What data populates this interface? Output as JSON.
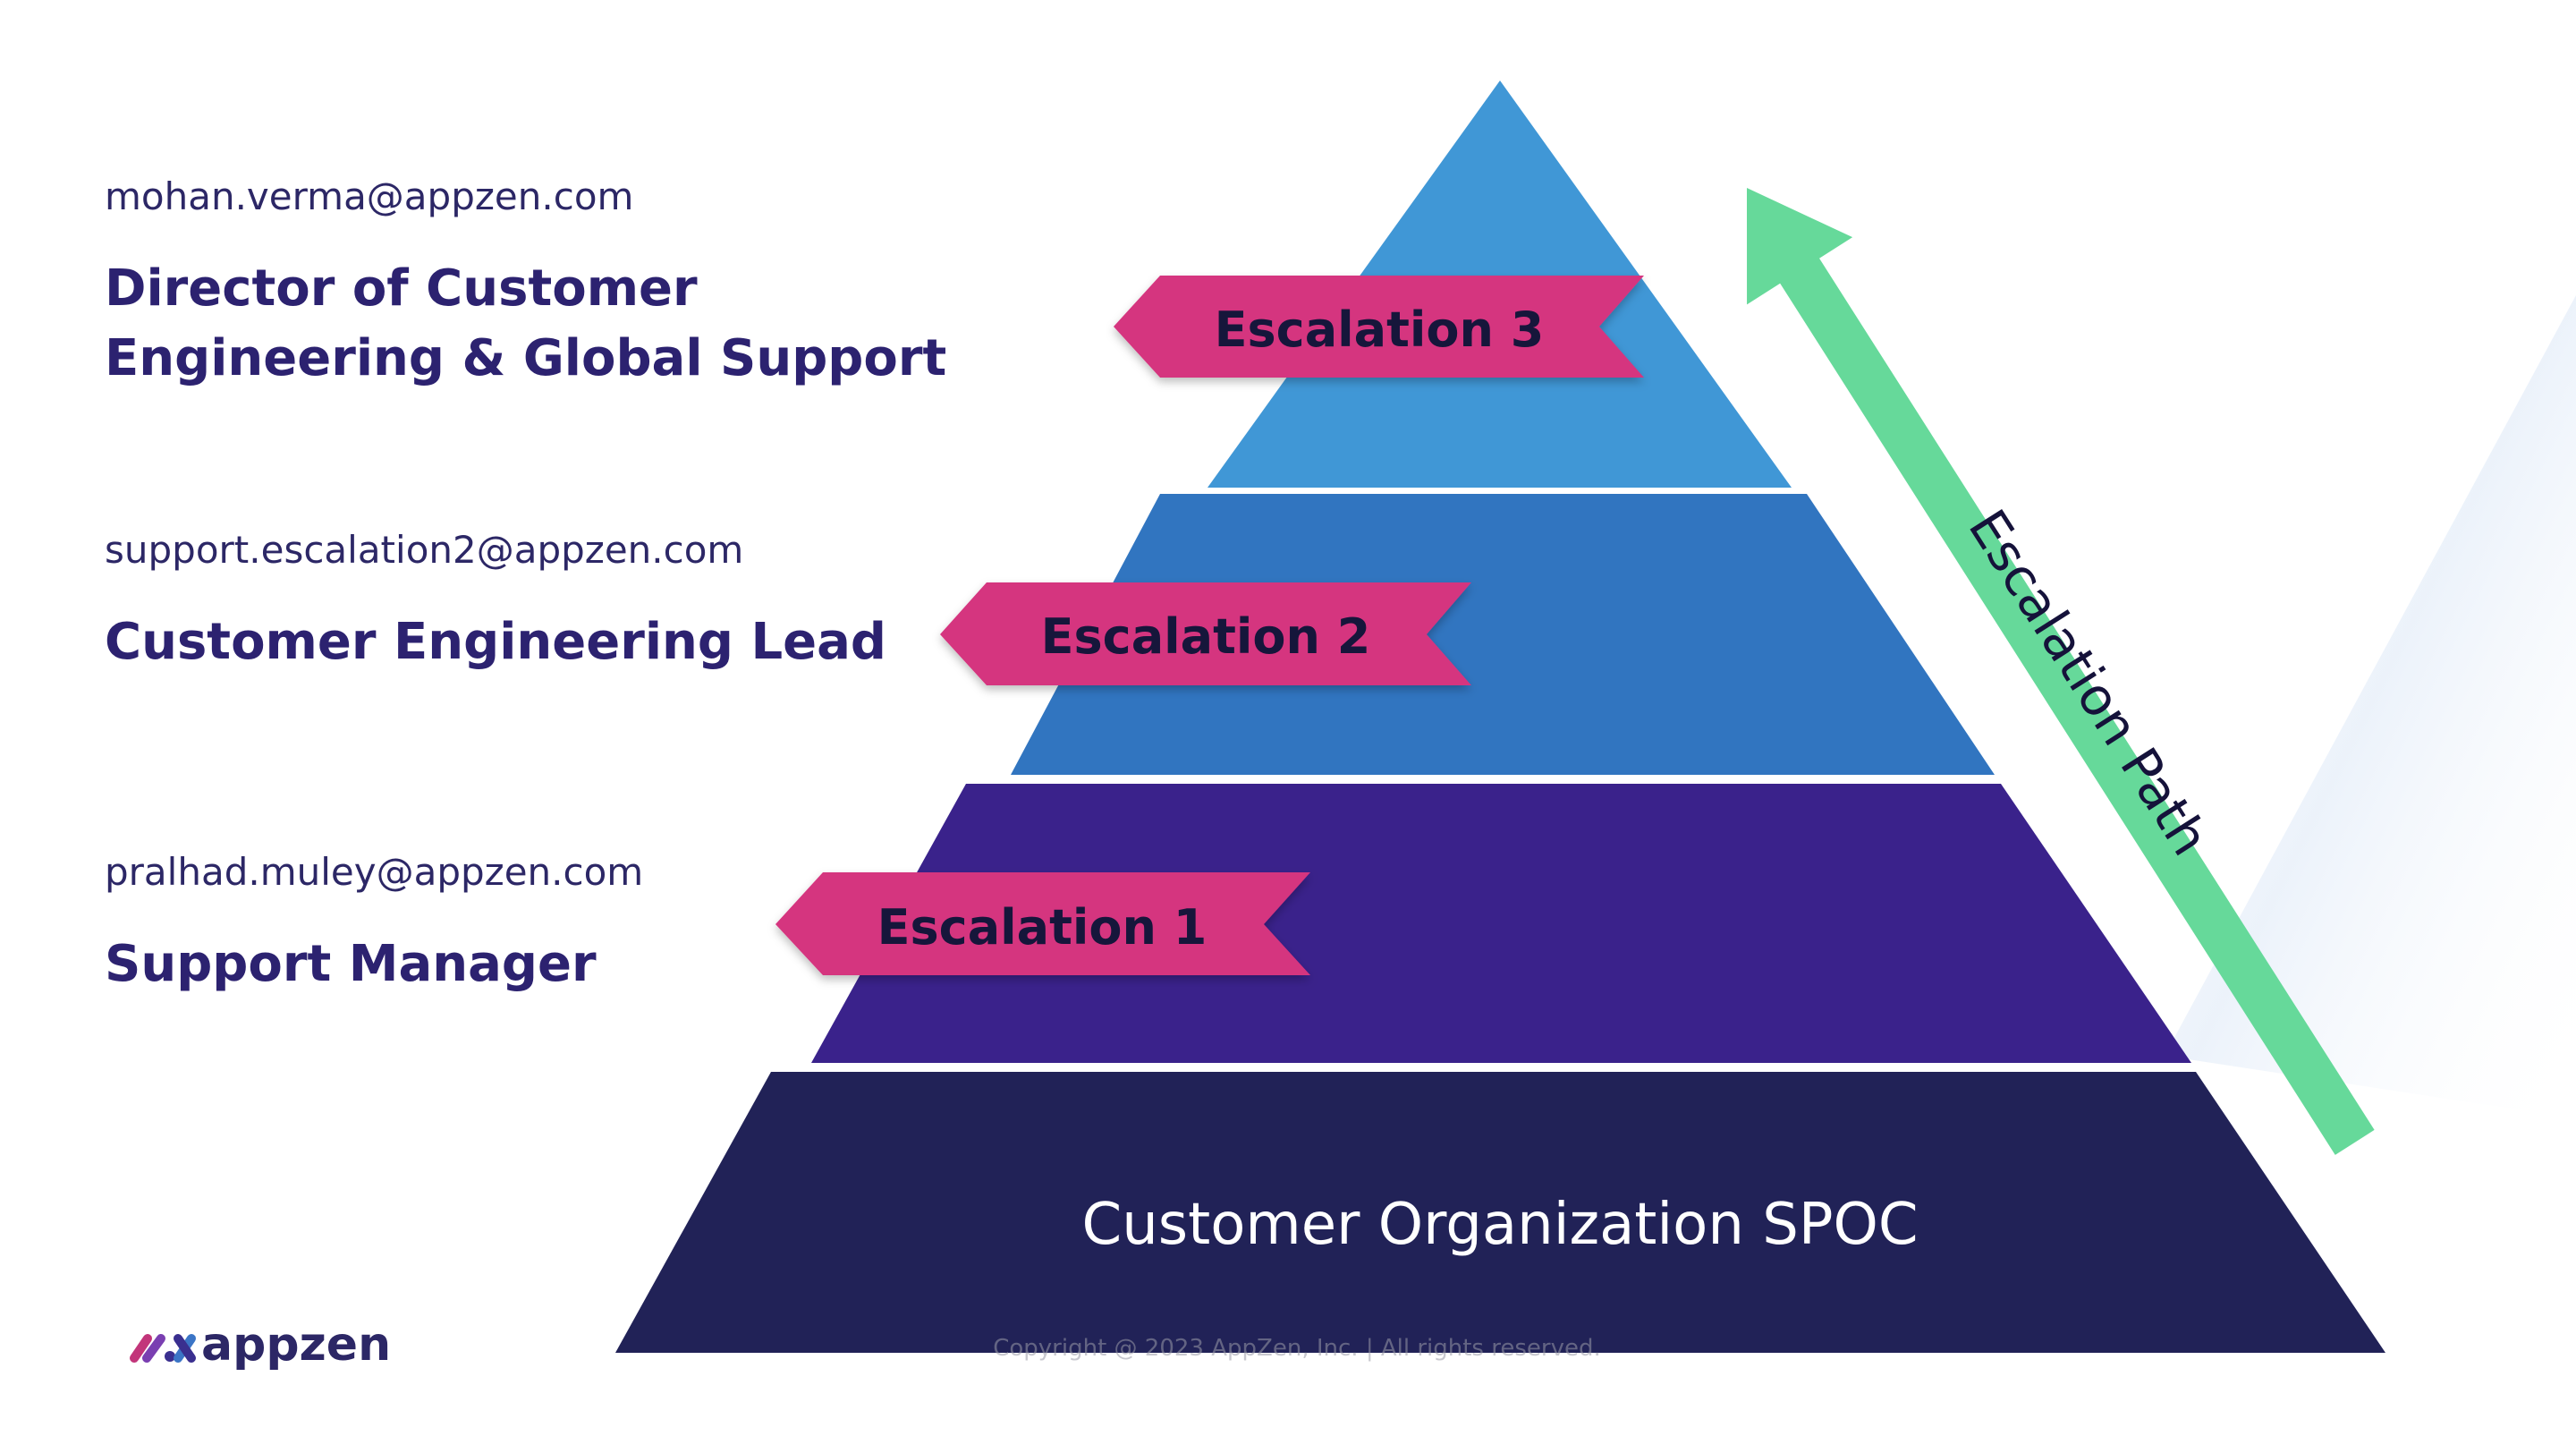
{
  "levels": [
    {
      "email": "mohan.verma@appzen.com",
      "role_line1": "Director of Customer",
      "role_line2": "Engineering & Global Support",
      "badge": "Escalation 3",
      "tier_color": "#4097d6"
    },
    {
      "email": "support.escalation2@appzen.com",
      "role_line1": "Customer Engineering Lead",
      "badge": "Escalation 2",
      "tier_color": "#3175c0"
    },
    {
      "email": "pralhad.muley@appzen.com",
      "role_line1": "Support Manager",
      "badge": "Escalation 1",
      "tier_color": "#3a228b"
    }
  ],
  "base_tier": {
    "label": "Customer Organization SPOC",
    "color": "#212257"
  },
  "escalation_path": {
    "label": "Escalation Path",
    "color": "#66d99a",
    "icon": "arrow-up-right-icon"
  },
  "badge_color": "#d5347f",
  "logo": {
    "text": "appzen",
    "color": "#2c2766"
  },
  "footer": {
    "copyright": "Copyright @ 2023 AppZen, Inc. | All rights reserved."
  }
}
